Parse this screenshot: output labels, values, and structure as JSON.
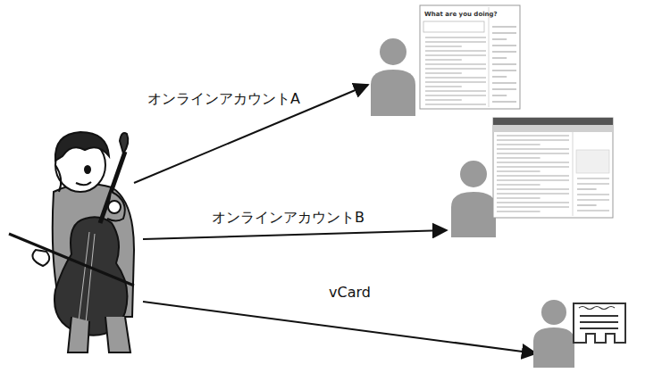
{
  "diagram": {
    "labels": [
      "オンラインアカウントA",
      "オンラインアカウントB",
      "vCard",
      "What are you doing?"
    ]
  }
}
